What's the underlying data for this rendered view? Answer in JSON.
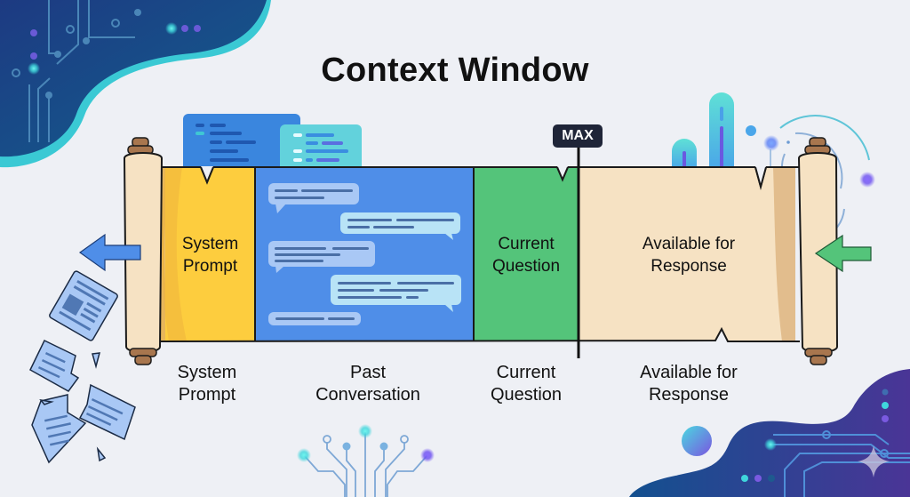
{
  "title": "Context Window",
  "segments": [
    {
      "id": "system-prompt",
      "label": "System Prompt",
      "line1": "System",
      "line2": "Prompt",
      "color": "#fdcd3e"
    },
    {
      "id": "past-conversation",
      "label": "Past Conversation",
      "line1": "",
      "line2": "",
      "color": "#4f8ee8"
    },
    {
      "id": "current-question",
      "label": "Current Question",
      "line1": "Current",
      "line2": "Question",
      "color": "#54c47a"
    },
    {
      "id": "available-response",
      "label": "Available for Response",
      "line1": "Available for",
      "line2": "Response",
      "color": "#f6e2c3"
    }
  ],
  "below_labels": [
    {
      "line1": "System",
      "line2": "Prompt"
    },
    {
      "line1": "Past",
      "line2": "Conversation"
    },
    {
      "line1": "Current",
      "line2": "Question"
    },
    {
      "line1": "Available for",
      "line2": "Response"
    }
  ],
  "max_marker": "MAX",
  "arrows": {
    "left": {
      "direction": "out",
      "color": "#4f8ee8"
    },
    "right": {
      "direction": "in",
      "color": "#54c47a"
    }
  },
  "colors": {
    "background": "#eef0f5",
    "dark_blob": "#1e3f86",
    "teal_accent": "#3fd0d6",
    "purple_accent": "#7a5ae0",
    "scroll_paper": "#f6e2c3",
    "scroll_knob": "#a8764e"
  }
}
